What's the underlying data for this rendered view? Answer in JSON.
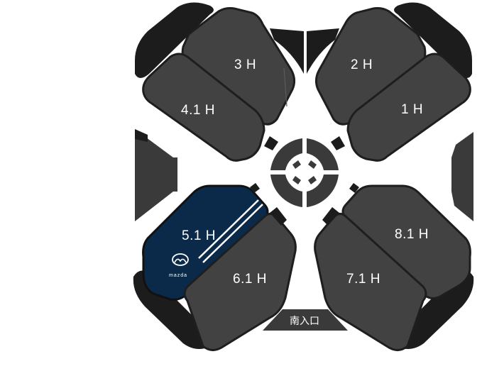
{
  "halls": [
    {
      "id": "3h",
      "label": "3 H"
    },
    {
      "id": "2h",
      "label": "2 H"
    },
    {
      "id": "4-1h",
      "label": "4.1 H"
    },
    {
      "id": "1h",
      "label": "1 H"
    },
    {
      "id": "5-1h",
      "label": "5.1 H"
    },
    {
      "id": "8-1h",
      "label": "8.1 H"
    },
    {
      "id": "6-1h",
      "label": "6.1 H"
    },
    {
      "id": "7-1h",
      "label": "7.1 H"
    }
  ],
  "entrance": {
    "label": "南入口"
  },
  "sponsor": {
    "logo_text": "mazda"
  },
  "colors": {
    "hall": "#424242",
    "hall_active": "#0b2a4a",
    "outline": "#1e1e1e",
    "background": "#ffffff"
  },
  "active_hall": "5.1 H"
}
